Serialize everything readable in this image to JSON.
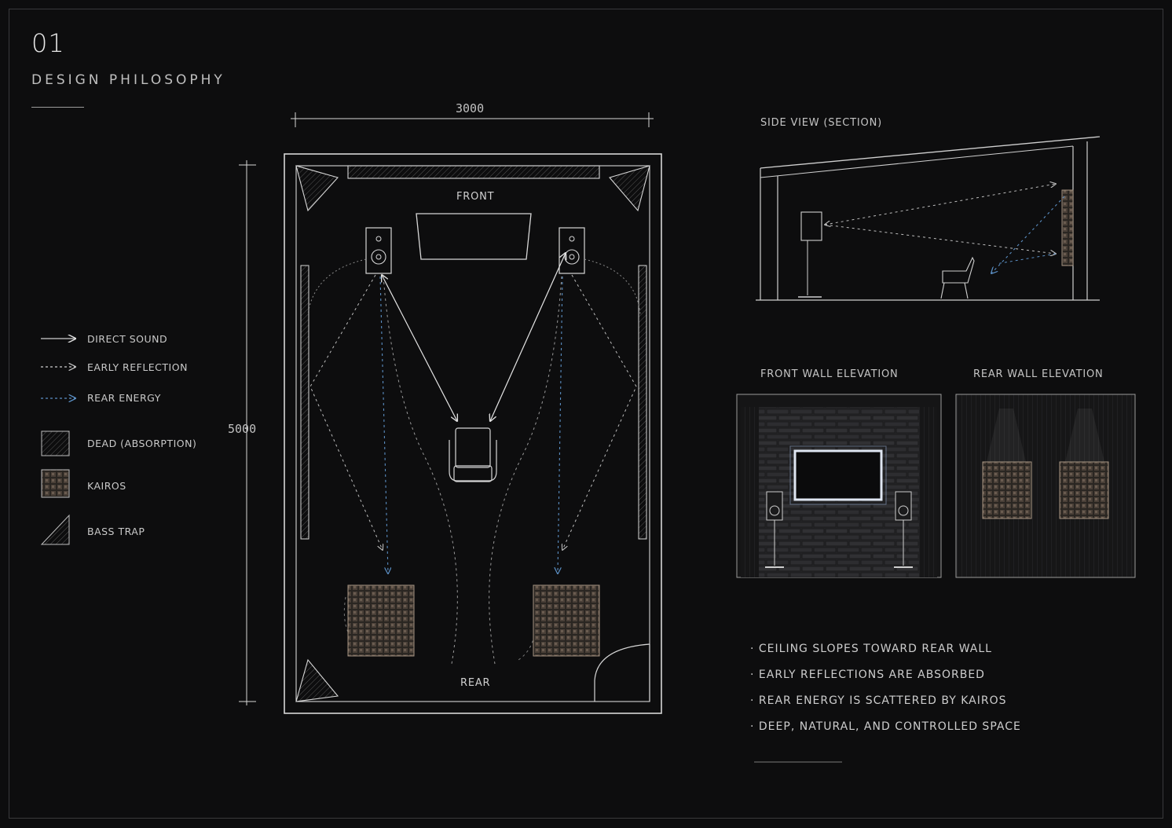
{
  "header": {
    "number": "01",
    "title": "DESIGN PHILOSOPHY"
  },
  "legend": {
    "direct": "DIRECT SOUND",
    "early": "EARLY REFLECTION",
    "rear": "REAR ENERGY",
    "dead": "DEAD (ABSORPTION)",
    "kairos": "KAIROS",
    "bass": "BASS TRAP"
  },
  "plan": {
    "width_dim": "3000",
    "height_dim": "5000",
    "front": "FRONT",
    "rear": "REAR"
  },
  "views": {
    "side": "SIDE VIEW (SECTION)",
    "front_wall": "FRONT WALL  ELEVATION",
    "rear_wall": "REAR WALL  ELEVATION"
  },
  "notes": [
    "· CEILING SLOPES TOWARD REAR WALL",
    "· EARLY REFLECTIONS ARE ABSORBED",
    "· REAR ENERGY IS SCATTERED BY KAIROS",
    "· DEEP, NATURAL, AND CONTROLLED SPACE"
  ],
  "colors": {
    "background": "#0d0d0e",
    "line": "#d8d8d8",
    "rear_energy": "#5b8fc4"
  }
}
